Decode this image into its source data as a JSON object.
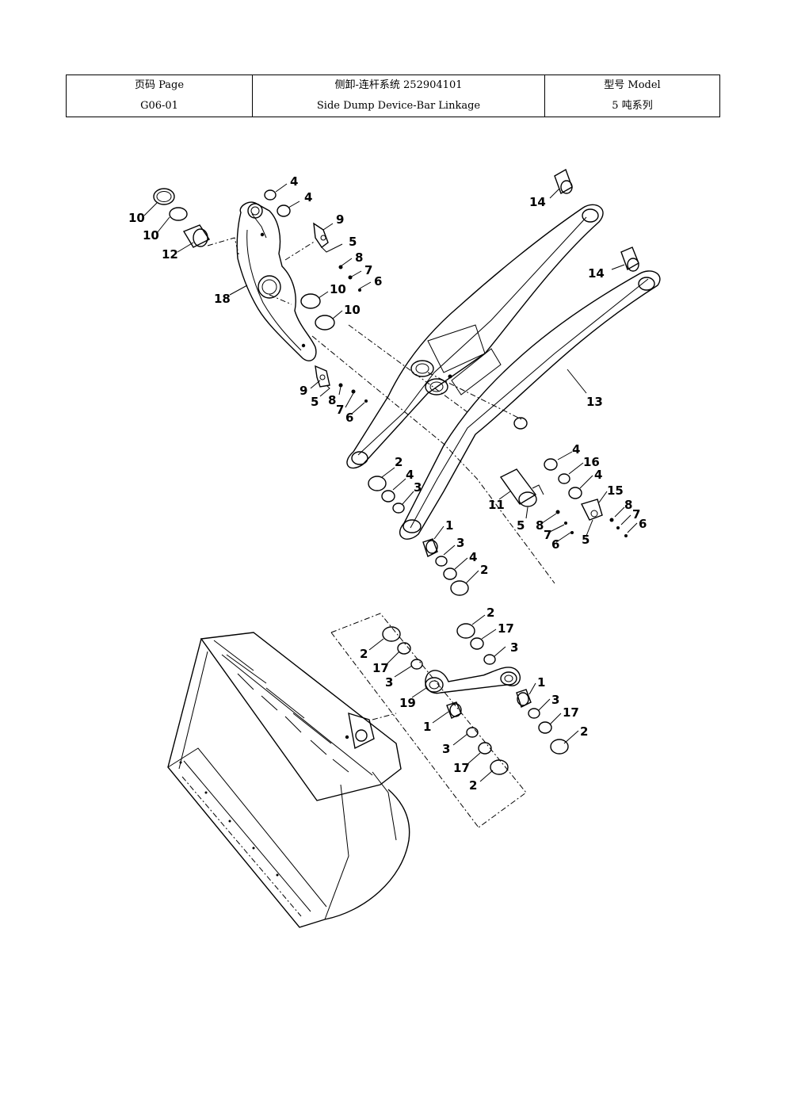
{
  "header": {
    "page_label": "页码 Page",
    "page_no": "G06-01",
    "title_cn": "侧卸-连杆系统 252904101",
    "title_en": "Side Dump Device-Bar Linkage",
    "model_label": "型号    Model",
    "model_value": "5 吨系列"
  },
  "callouts": {
    "c_4a": "4",
    "c_4b": "4",
    "c_10a": "10",
    "c_10b": "10",
    "c_12": "12",
    "c_9a": "9",
    "c_5a": "5",
    "c_8a": "8",
    "c_7a": "7",
    "c_6a": "6",
    "c_18": "18",
    "c_10c": "10",
    "c_10d": "10",
    "c_9b": "9",
    "c_5b": "5",
    "c_8b": "8",
    "c_7b": "7",
    "c_6b": "6",
    "c_14a": "14",
    "c_14b": "14",
    "c_13": "13",
    "c_2a": "2",
    "c_4c": "4",
    "c_3a": "3",
    "c_1a": "1",
    "c_3b": "3",
    "c_4d": "4",
    "c_2b": "2",
    "c_11": "11",
    "c_5c": "5",
    "c_8c": "8",
    "c_7c": "7",
    "c_6c": "6",
    "c_4e": "4",
    "c_16": "16",
    "c_4f": "4",
    "c_15": "15",
    "c_8d": "8",
    "c_7d": "7",
    "c_6d": "6",
    "c_5d": "5",
    "c_2c": "2",
    "c_17a": "17",
    "c_3c": "3",
    "c_19": "19",
    "c_2d": "2",
    "c_17b": "17",
    "c_3d": "3",
    "c_1b": "1",
    "c_3e": "3",
    "c_17c": "17",
    "c_2e": "2",
    "c_1c": "1",
    "c_3f": "3",
    "c_17d": "17",
    "c_2f": "2"
  }
}
